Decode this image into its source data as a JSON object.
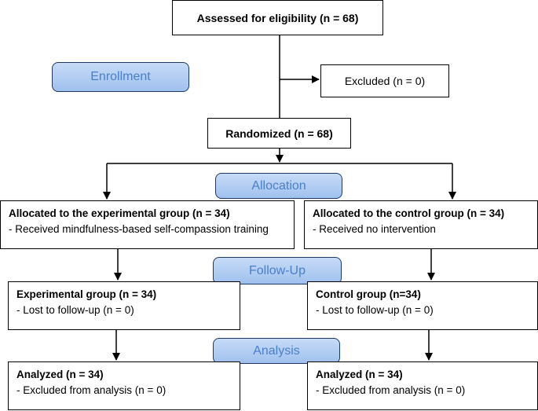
{
  "assessed": "Assessed for eligibility (n = 68)",
  "excluded": "Excluded (n = 0)",
  "randomized": "Randomized (n = 68)",
  "stages": {
    "enrollment": "Enrollment",
    "allocation": "Allocation",
    "follow_up": "Follow-Up",
    "analysis": "Analysis"
  },
  "allocation": {
    "experimental": {
      "title": "Allocated to the experimental group (n = 34)",
      "detail": "- Received mindfulness-based self-compassion training"
    },
    "control": {
      "title": "Allocated to the control group (n = 34)",
      "detail": "- Received no intervention"
    }
  },
  "follow_up": {
    "experimental": {
      "title": "Experimental group (n = 34)",
      "detail": "- Lost to follow-up (n = 0)"
    },
    "control": {
      "title": "Control group (n=34)",
      "detail": "- Lost to follow-up (n = 0)"
    }
  },
  "analysis": {
    "experimental": {
      "title": "Analyzed (n = 34)",
      "detail": "- Excluded from analysis (n = 0)"
    },
    "control": {
      "title": "Analyzed (n = 34)",
      "detail": "- Excluded from analysis (n = 0)"
    }
  }
}
